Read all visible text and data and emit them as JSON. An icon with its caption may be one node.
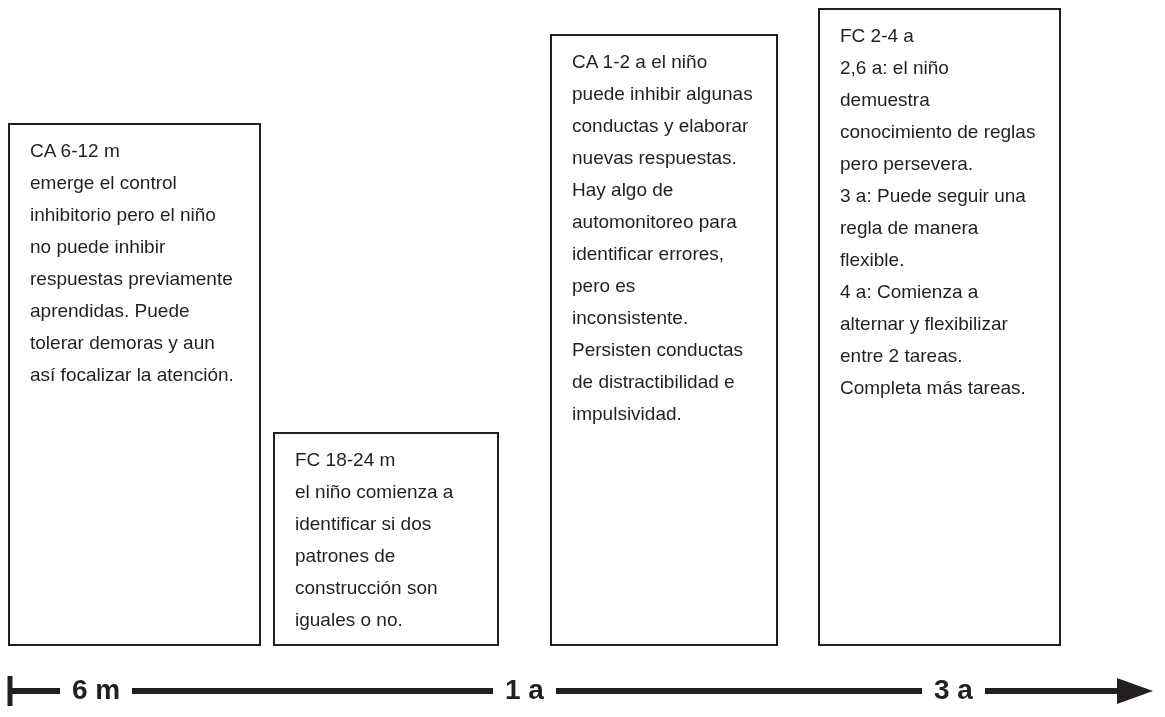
{
  "diagram": {
    "nodes": [
      {
        "text": [
          "CA 6-12 m",
          "emerge el control inhibitorio pero el niño no puede inhibir respuestas previamente aprendidas. Puede tolerar demoras y aun así focalizar la atención."
        ]
      },
      {
        "text": [
          "FC 18-24 m",
          "el niño comienza a identificar si dos patrones de construcción son iguales o no."
        ]
      },
      {
        "text": [
          "CA 1-2 a el niño puede inhibir algunas conductas y elaborar nuevas respuestas. Hay algo de automonitoreo para identificar errores, pero es inconsistente. Persisten conductas de distractibilidad e impulsividad."
        ]
      },
      {
        "text": [
          "FC 2-4 a",
          "2,6 a: el niño demuestra conocimiento de reglas pero persevera.",
          "3 a: Puede seguir una regla de manera flexible.",
          "4 a: Comienza a alternar y flexibilizar entre 2 tareas. Completa más tareas."
        ]
      }
    ],
    "labels": [
      "6 m",
      "1 a",
      "3 a"
    ]
  }
}
